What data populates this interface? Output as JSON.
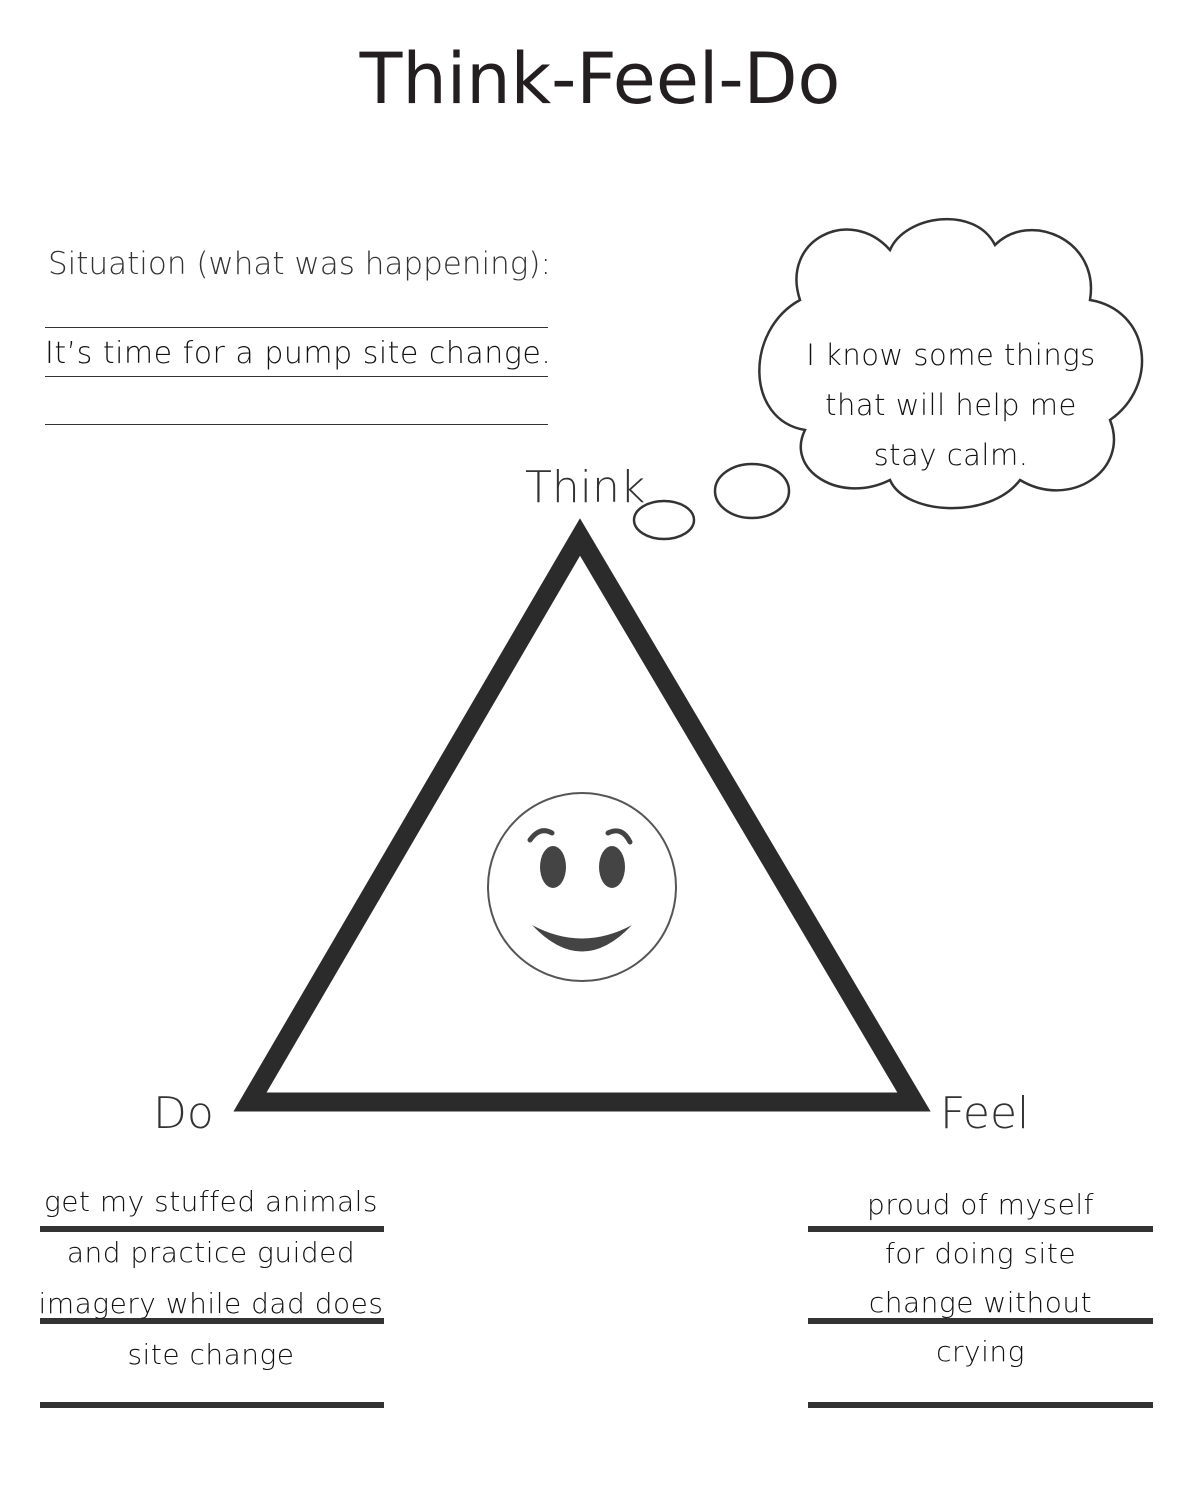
{
  "title": "Think-Feel-Do",
  "situation": {
    "label": "Situation (what was happening):",
    "answer": "It’s time for a pump site change."
  },
  "think": {
    "label": "Think",
    "lines": [
      "I know some things",
      "that will help me",
      "stay calm."
    ]
  },
  "do": {
    "label": "Do",
    "lines": [
      "get my stuffed animals",
      "and practice guided",
      "imagery while dad does",
      "site change"
    ]
  },
  "feel": {
    "label": "Feel",
    "lines": [
      "proud of myself",
      "for doing site",
      "change without",
      "crying"
    ]
  },
  "icons": {
    "center": "smiley-face-icon",
    "thought": "thought-bubble-icon"
  },
  "colors": {
    "ink": "#231f20",
    "line": "#333333"
  }
}
